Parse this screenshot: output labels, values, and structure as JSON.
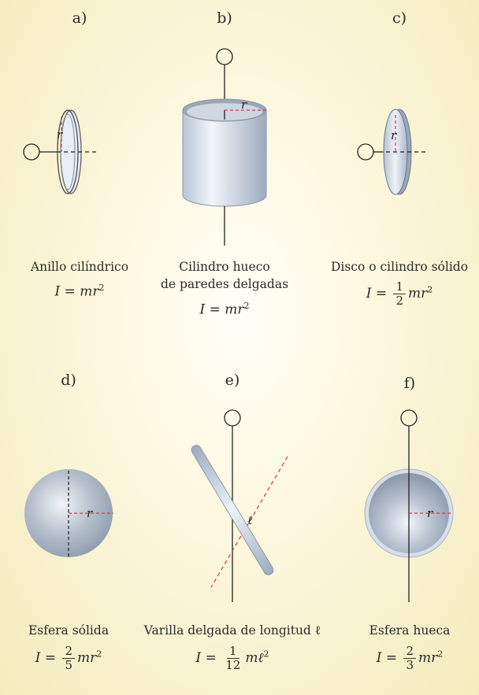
{
  "panels": [
    {
      "letter": "a)",
      "name_lines": [
        "Anillo cilíndrico"
      ],
      "formula": {
        "lhs": "I",
        "coef_num": "",
        "coef_den": "",
        "rhs": "mr",
        "exp": "2"
      }
    },
    {
      "letter": "b)",
      "name_lines": [
        "Cilindro hueco",
        "de paredes delgadas"
      ],
      "formula": {
        "lhs": "I",
        "coef_num": "",
        "coef_den": "",
        "rhs": "mr",
        "exp": "2"
      }
    },
    {
      "letter": "c)",
      "name_lines": [
        "Disco o cilindro sólido"
      ],
      "formula": {
        "lhs": "I",
        "coef_num": "1",
        "coef_den": "2",
        "rhs": "mr",
        "exp": "2"
      }
    },
    {
      "letter": "d)",
      "name_lines": [
        "Esfera sólida"
      ],
      "formula": {
        "lhs": "I",
        "coef_num": "2",
        "coef_den": "5",
        "rhs": "mr",
        "exp": "2"
      }
    },
    {
      "letter": "e)",
      "name_lines": [
        "Varilla delgada de longitud ℓ"
      ],
      "formula": {
        "lhs": "I",
        "coef_num": "1",
        "coef_den": "12",
        "rhs": "mℓ",
        "exp": "2"
      }
    },
    {
      "letter": "f)",
      "name_lines": [
        "Esfera hueca"
      ],
      "formula": {
        "lhs": "I",
        "coef_num": "2",
        "coef_den": "3",
        "rhs": "mr",
        "exp": "2"
      }
    }
  ],
  "labels": {
    "radius": "r",
    "length": "ℓ",
    "equals": "="
  },
  "colors": {
    "object_fill": "#c9d3e0",
    "object_dark": "#9aa8ba",
    "dashed_red": "#d9333f",
    "axis": "#222222"
  }
}
